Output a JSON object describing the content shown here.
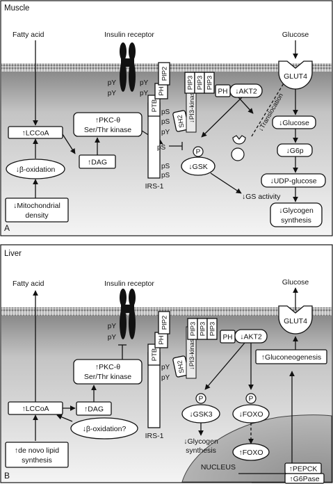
{
  "muscle": {
    "title": "Muscle",
    "letter": "A",
    "fatty_acid": "Fatty acid",
    "insulin_receptor": "Insulin receptor",
    "glucose_in": "Glucose",
    "glut4": "GLUT4",
    "lccoa": "↑LCCoA",
    "beta_oxidation": "↓β-oxidation",
    "mito_line1": "↓Mitochondrial",
    "mito_line2": "density",
    "dag": "↑DAG",
    "pkc_line1": "↑PKC-θ",
    "pkc_line2": "Ser/Thr kinase",
    "irs1": "IRS-1",
    "pip2": "PIP2",
    "ph": "PH",
    "ptb": "PTB",
    "sh2": "SH2",
    "pip3": "PIP3",
    "pi3k": "↓PI3-kinase",
    "akt2": "↓AKT2",
    "p": "P",
    "gsk": "↓GSK",
    "translocation": "↓Translocation",
    "gs_activity": "↓GS activity",
    "glucose_down": "↓Glucose",
    "g6p": "↓G6p",
    "udp_glucose": "↓UDP-glucose",
    "glycogen_line1": "↓Glycogen",
    "glycogen_line2": "synthesis",
    "py": "pY",
    "ps": "pS"
  },
  "liver": {
    "title": "Liver",
    "letter": "B",
    "fatty_acid": "Fatty acid",
    "insulin_receptor": "Insulin receptor",
    "glucose_out": "Glucose",
    "glut4": "GLUT4",
    "lccoa": "↑LCCoA",
    "dag": "↑DAG",
    "beta_oxidation": "↓β-oxidation?",
    "denovo_line1": "↑de novo lipid",
    "denovo_line2": "synthesis",
    "pkc_line1": "↑PKC-θ",
    "pkc_line2": "Ser/Thr kinase",
    "irs1": "IRS-1",
    "pip2": "PIP2",
    "ph": "PH",
    "ptb": "PTB",
    "sh2": "SH2",
    "pip3": "PIP3",
    "pi3k": "↓PI3-kinase",
    "akt2": "↓AKT2",
    "p": "P",
    "gsk3": "↓GSK3",
    "foxo": "↓FOXO",
    "foxo_nucleus": "↑FOXO",
    "glycogen_line1": "↓Glycogen",
    "glycogen_line2": "synthesis",
    "gluconeogenesis": "↑Gluconeogenesis",
    "nucleus": "NUCLEUS",
    "pepck": "↑PEPCK",
    "g6pase": "↑G6Pase",
    "py": "pY"
  }
}
